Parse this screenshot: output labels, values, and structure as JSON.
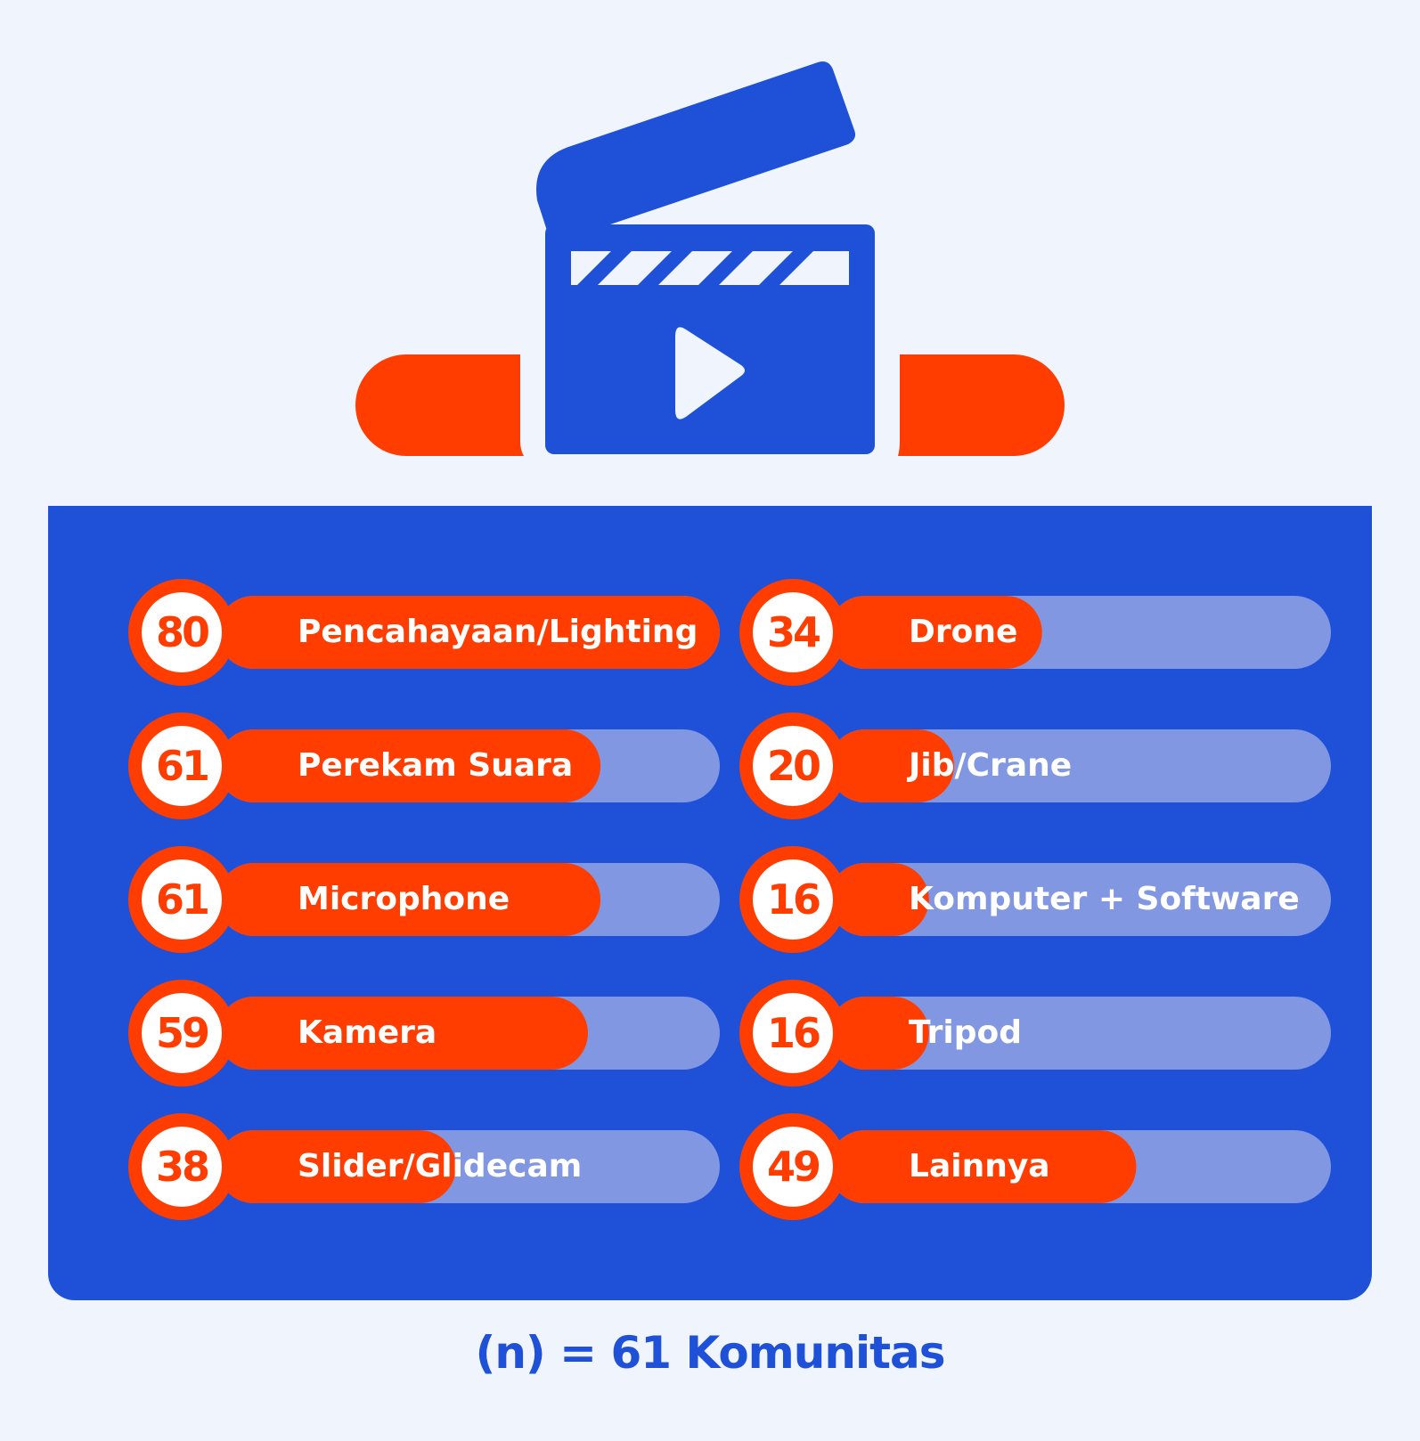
{
  "colors": {
    "background": "#f0f5fd",
    "panel": "#1e50d8",
    "bar_fill": "#ff3d00",
    "bar_track": "#8297e2",
    "text_light": "#ffffff",
    "badge_text": "#ff3d00"
  },
  "header_icon": "clapperboard-play-icon",
  "chart_data": {
    "type": "bar",
    "orientation": "horizontal",
    "xlim": [
      0,
      80
    ],
    "categories": [
      "Pencahayaan/Lighting",
      "Perekam Suara",
      "Microphone",
      "Kamera",
      "Slider/Glidecam",
      "Drone",
      "Jib/Crane",
      "Komputer + Software",
      "Tripod",
      "Lainnya"
    ],
    "values": [
      80,
      61,
      61,
      59,
      38,
      34,
      20,
      16,
      16,
      49
    ],
    "value_labels": [
      "80",
      "61",
      "61",
      "59",
      "38",
      "34",
      "20",
      "16",
      "16",
      "49"
    ],
    "layout": "two columns, five rows each",
    "legend": "none",
    "grid": false
  },
  "footnote": "(n) = 61 Komunitas"
}
